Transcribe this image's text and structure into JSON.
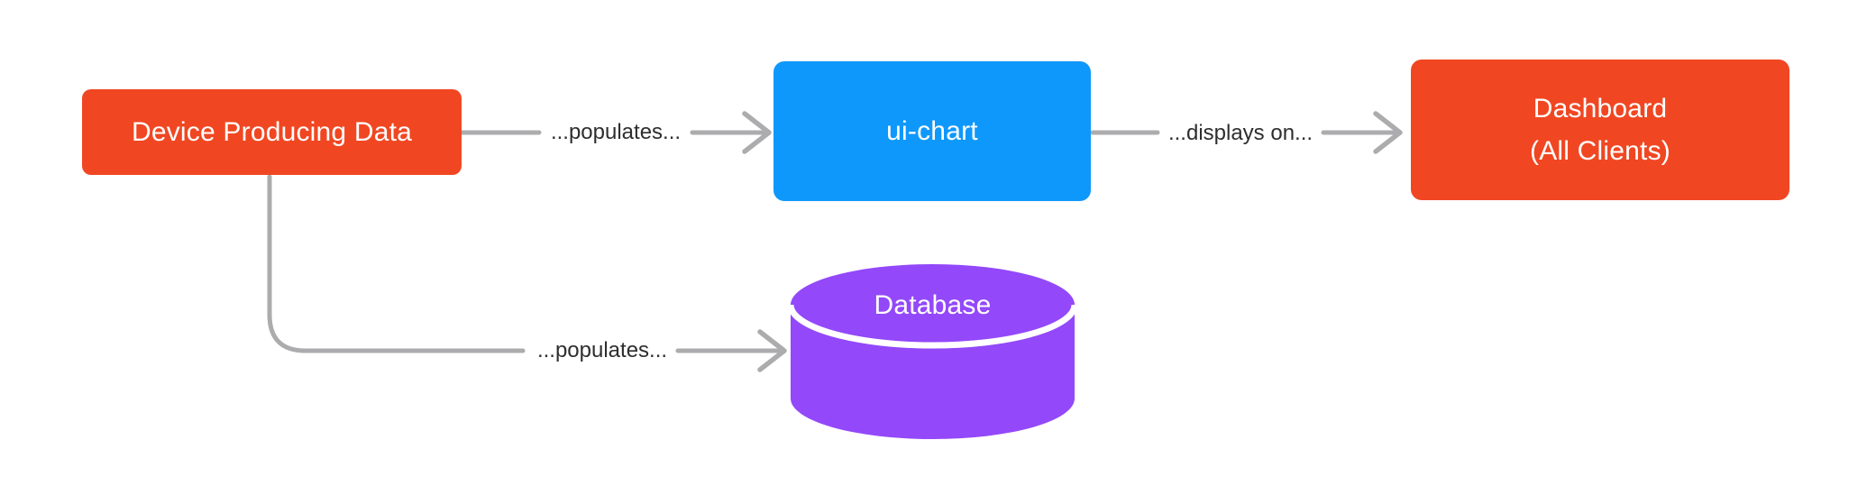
{
  "diagram": {
    "colors": {
      "background": "#ffffff",
      "node_orange": "#F04722",
      "node_blue": "#0F98FB",
      "node_purple": "#9348FA",
      "node_text": "#FFFFFF",
      "edge_gray": "#ACACAE",
      "cylinder_divider": "#FFFFFF",
      "edge_label_text": "#2E2E2E"
    },
    "nodes": {
      "device": {
        "label": "Device Producing Data"
      },
      "ui_chart": {
        "label": "ui-chart"
      },
      "dashboard": {
        "line1": "Dashboard",
        "line2": "(All Clients)"
      },
      "database": {
        "label": "Database"
      }
    },
    "edges": {
      "device_to_ui_chart": {
        "label": "...populates..."
      },
      "ui_chart_to_dashboard": {
        "label": "...displays on..."
      },
      "device_to_database": {
        "label": "...populates..."
      }
    }
  }
}
